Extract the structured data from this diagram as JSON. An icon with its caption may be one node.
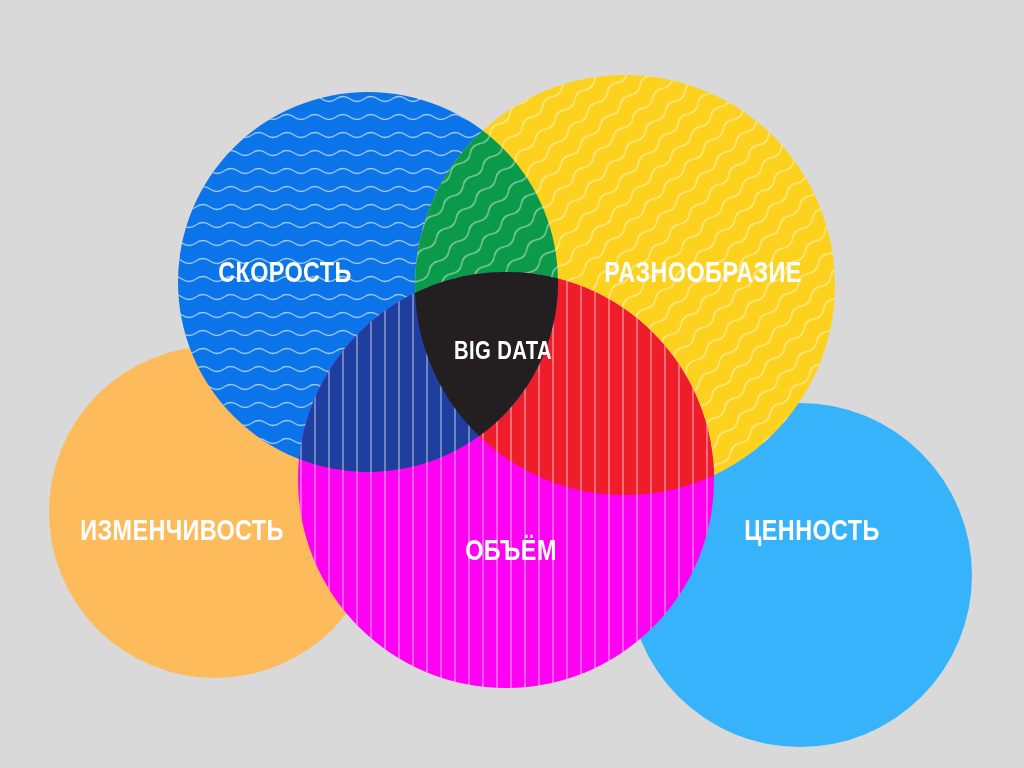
{
  "diagram": {
    "nodes": [
      {
        "text": [
          "СКОРОСТЬ"
        ]
      },
      {
        "text": [
          "РАЗНООБРАЗИЕ"
        ]
      },
      {
        "text": [
          "BIG DATA"
        ]
      },
      {
        "text": [
          "ИЗМЕНЧИВОСТЬ"
        ]
      },
      {
        "text": [
          "ЦЕННОСТЬ"
        ]
      },
      {
        "text": [
          "ОБЪЁМ"
        ]
      }
    ]
  }
}
